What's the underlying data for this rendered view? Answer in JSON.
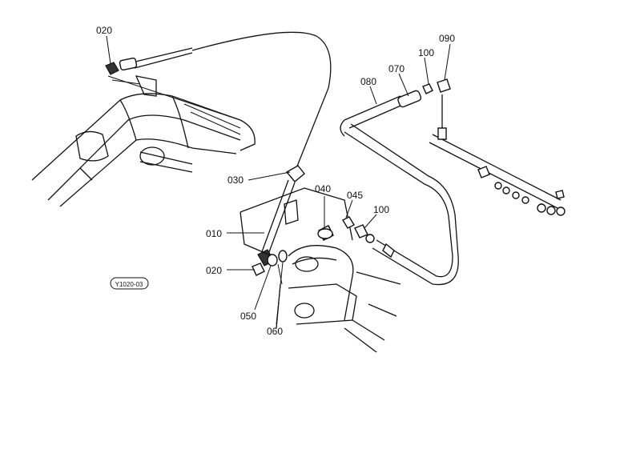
{
  "diagram": {
    "stamp_code": "Y1020-03",
    "callouts": [
      {
        "id": "c020a",
        "label": "020"
      },
      {
        "id": "c030",
        "label": "030"
      },
      {
        "id": "c040",
        "label": "040"
      },
      {
        "id": "c045",
        "label": "045"
      },
      {
        "id": "c100a",
        "label": "100"
      },
      {
        "id": "c010",
        "label": "010"
      },
      {
        "id": "c020b",
        "label": "020"
      },
      {
        "id": "c050",
        "label": "050"
      },
      {
        "id": "c060",
        "label": "060"
      },
      {
        "id": "c080",
        "label": "080"
      },
      {
        "id": "c070",
        "label": "070"
      },
      {
        "id": "c100b",
        "label": "100"
      },
      {
        "id": "c090",
        "label": "090"
      }
    ]
  }
}
